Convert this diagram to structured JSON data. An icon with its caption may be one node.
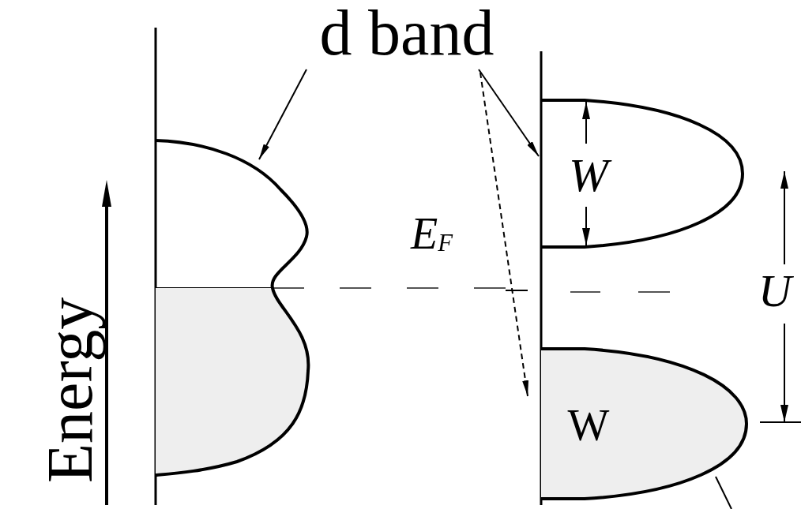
{
  "diagram": {
    "nodes": [
      {
        "text": [
          "d band"
        ]
      },
      {
        "text": [],
        "shape": "picture"
      },
      {
        "text": [
          "W"
        ]
      },
      {
        "text": [
          "W"
        ]
      }
    ],
    "edges": [
      {
        "from": 0,
        "to": 1,
        "arrow": "to"
      },
      {
        "from": 0,
        "to": 2,
        "arrow": "to"
      },
      {
        "from": 0,
        "to": 3,
        "arrow": "to",
        "style": "dashed"
      },
      {
        "from": null,
        "to": 3,
        "arrow": "none"
      }
    ],
    "labels": [
      "Energy",
      "*E*$_{F}$",
      "U"
    ]
  }
}
